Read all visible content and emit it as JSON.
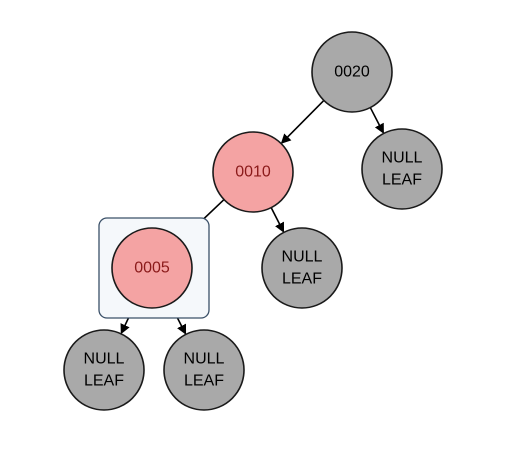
{
  "colors": {
    "background": "#ffffff",
    "black_fill": "#a9a9a9",
    "black_text": "#000000",
    "red_fill": "#f4a3a3",
    "red_text": "#8b1a1a",
    "stroke": "#1a1a1a",
    "edge": "#000000",
    "selection_stroke": "#3a5068",
    "selection_fill": "#f5f8fb"
  },
  "tree": {
    "nodes": [
      {
        "id": "n20",
        "label": "0020",
        "color": "black",
        "selected": false
      },
      {
        "id": "n10",
        "label": "0010",
        "color": "red",
        "selected": false
      },
      {
        "id": "n20r",
        "label": "NULL\nLEAF",
        "color": "black",
        "selected": false
      },
      {
        "id": "n05",
        "label": "0005",
        "color": "red",
        "selected": true
      },
      {
        "id": "n10r",
        "label": "NULL\nLEAF",
        "color": "black",
        "selected": false
      },
      {
        "id": "n05l",
        "label": "NULL\nLEAF",
        "color": "black",
        "selected": false
      },
      {
        "id": "n05r",
        "label": "NULL\nLEAF",
        "color": "black",
        "selected": false
      }
    ],
    "edges": [
      {
        "from": "n20",
        "to": "n10"
      },
      {
        "from": "n20",
        "to": "n20r"
      },
      {
        "from": "n10",
        "to": "n05"
      },
      {
        "from": "n10",
        "to": "n10r"
      },
      {
        "from": "n05",
        "to": "n05l"
      },
      {
        "from": "n05",
        "to": "n05r"
      }
    ]
  }
}
